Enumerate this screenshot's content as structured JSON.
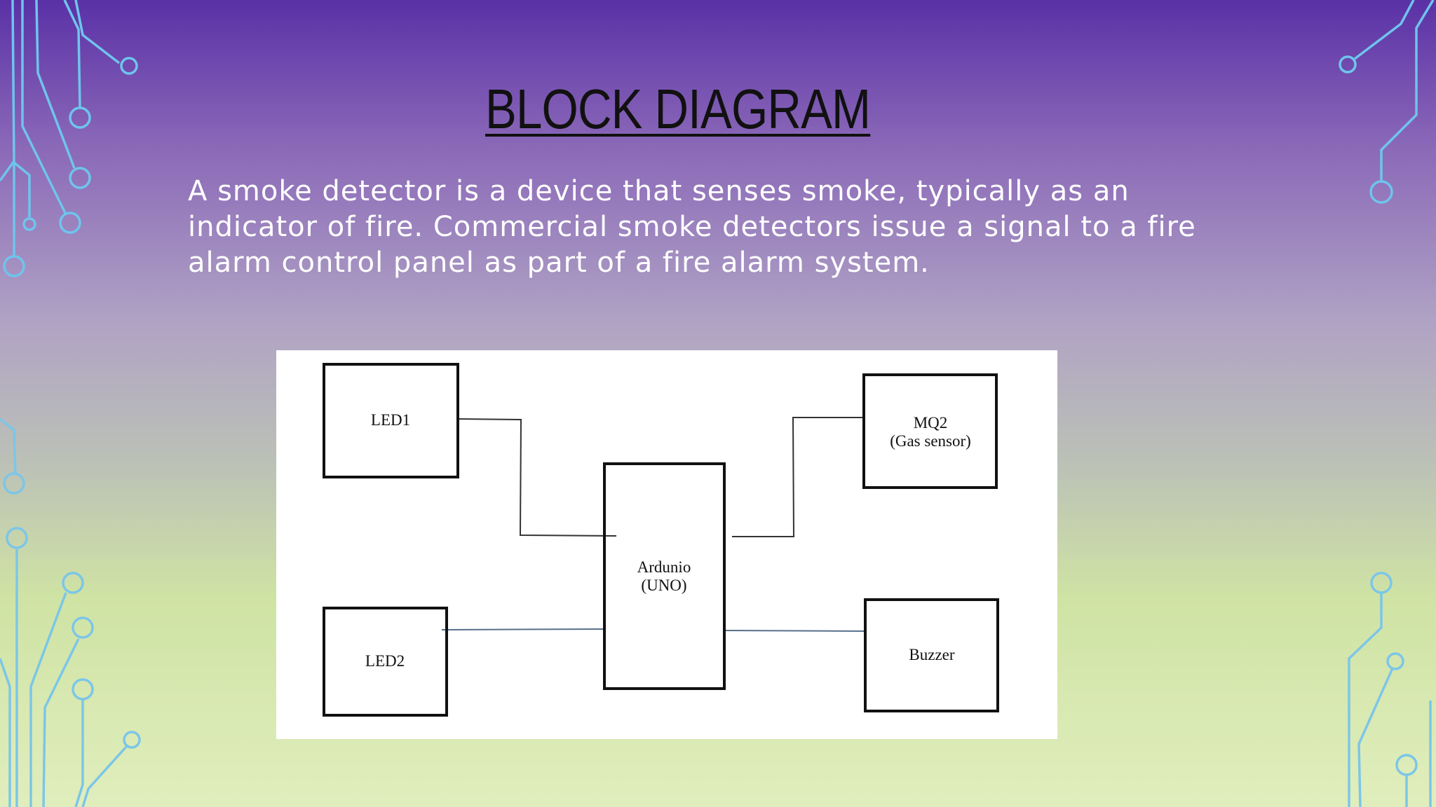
{
  "slide": {
    "title": "BLOCK DIAGRAM",
    "description": "A smoke detector is a device that senses smoke, typically as an indicator of fire. Commercial smoke detectors issue a signal to a fire alarm control panel as part of a fire alarm system."
  },
  "diagram": {
    "nodes": {
      "led1": "LED1",
      "led2": "LED2",
      "arduino_line1": "Ardunio",
      "arduino_line2": "(UNO)",
      "mq2_line1": "MQ2",
      "mq2_line2": "(Gas sensor)",
      "buzzer": "Buzzer"
    }
  },
  "colors": {
    "circuit": "#6fc4ec",
    "title_text": "#111111",
    "body_text": "#ffffff"
  }
}
